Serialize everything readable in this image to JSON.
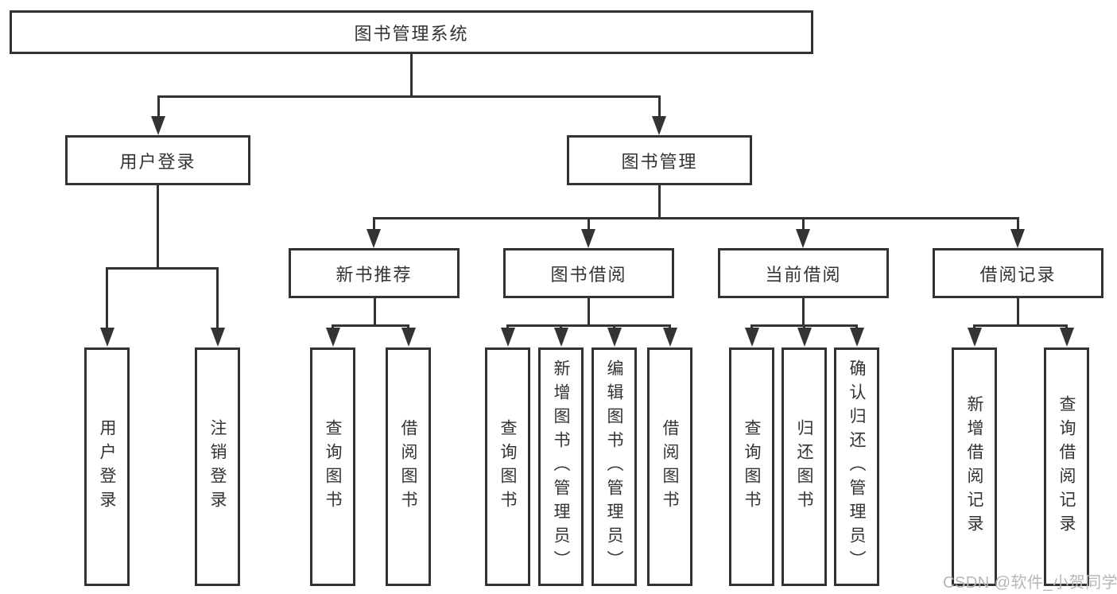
{
  "tree": {
    "label": "图书管理系统",
    "children": [
      {
        "label": "用户登录",
        "children": [
          {
            "label": "用户登录"
          },
          {
            "label": "注销登录"
          }
        ]
      },
      {
        "label": "图书管理",
        "children": [
          {
            "label": "新书推荐",
            "children": [
              {
                "label": "查询图书"
              },
              {
                "label": "借阅图书"
              }
            ]
          },
          {
            "label": "图书借阅",
            "children": [
              {
                "label": "查询图书"
              },
              {
                "label": "新增图书（管理员）"
              },
              {
                "label": "编辑图书（管理员）"
              },
              {
                "label": "借阅图书"
              }
            ]
          },
          {
            "label": "当前借阅",
            "children": [
              {
                "label": "查询图书"
              },
              {
                "label": "归还图书"
              },
              {
                "label": "确认归还（管理员）"
              }
            ]
          },
          {
            "label": "借阅记录",
            "children": [
              {
                "label": "新增借阅记录"
              },
              {
                "label": "查询借阅记录"
              }
            ]
          }
        ]
      }
    ]
  },
  "watermark": "CSDN @软件_小贺同学",
  "colors": {
    "line": "#333333",
    "text": "#333333",
    "watermark": "#b4b7b9",
    "background": "#ffffff"
  }
}
